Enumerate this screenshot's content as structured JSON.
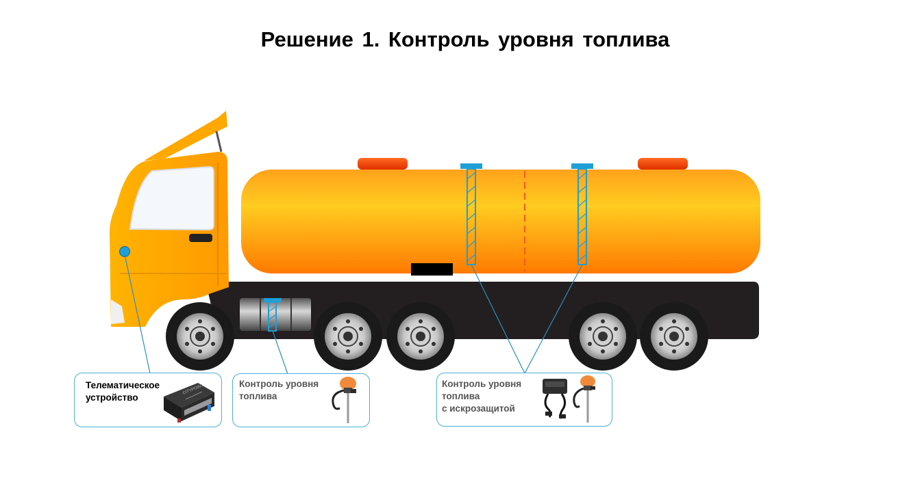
{
  "title": "Решение  1. Контроль уровня топлива",
  "callouts": {
    "telematics": {
      "line1": "Телематическое",
      "line2": "устройство",
      "device_icon": "telematics-tracker-icon",
      "device_brand": "CITYPOINT"
    },
    "fuel_level": {
      "line1": "Контроль  уровня",
      "line2": "топлива",
      "device_icon": "fuel-level-sensor-icon"
    },
    "fuel_level_ex": {
      "line1": "Контроль уровня",
      "line2": "топлива",
      "line3": "с искрозащитой",
      "device_icon": "intrinsic-safety-barrier-icon",
      "device2_icon": "fuel-level-sensor-icon"
    }
  },
  "colors": {
    "tank_orange": "#ffb000",
    "cab_orange": "#ffa500",
    "chassis_black": "#231f20",
    "sensor_blue": "#1e9fd8",
    "callout_border": "#4ab0d8",
    "cap_red": "#ff4a10"
  }
}
